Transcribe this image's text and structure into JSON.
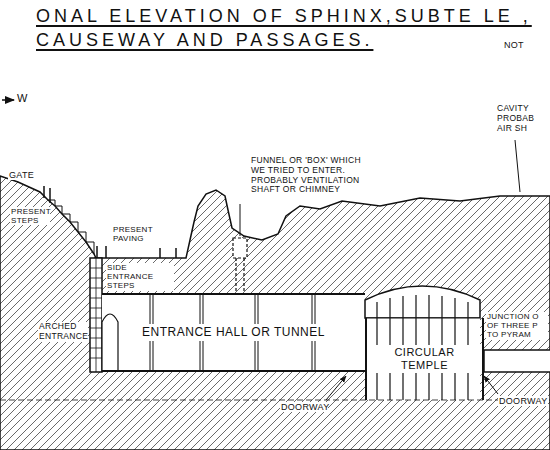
{
  "diagram": {
    "title": "ONAL ELEVATION OF SPHINX,SUBTE LE , CAUSEWAY AND PASSAGES.",
    "nodes": [
      {
        "text": [
          "ENTRANCE HALL OR TUNNEL"
        ]
      },
      {
        "text": [
          "CIRCULAR TEMPLE"
        ]
      }
    ],
    "labels": [
      "NOT",
      "W",
      "GATE",
      "PRESENT STEPS",
      "PRESENT PAVING",
      "FUNNEL OR 'BOX' WHICH WE TRIED TO ENTER. PROBABLY VENTILATION SHAFT OR CHIMNEY",
      "CAVITY PROBAB AIR SH",
      "SIDE ENTRANCE STEPS",
      "ARCHED ENTRANCE",
      "JUNCTION O OF THREE P TO PYRAM",
      "DOORWAY",
      "DOORWAY"
    ]
  }
}
